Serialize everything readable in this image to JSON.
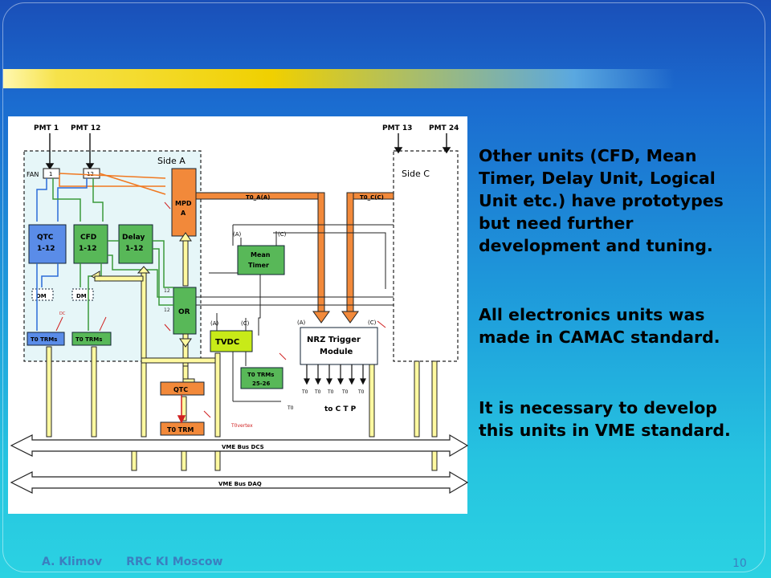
{
  "slide": {
    "bullets": [
      "Other units (CFD, Mean Timer, Delay Unit, Logical Unit etc.) have prototypes but need further development and tuning.",
      "All electronics units was made in CAMAC standard.",
      "It is necessary to develop this units in VME standard."
    ],
    "footer_author": "A. Klimov",
    "footer_org": "RRC KI  Moscow",
    "page_number": "10"
  },
  "diagram": {
    "pmt1": "PMT 1",
    "pmt12": "PMT 12",
    "pmt13": "PMT 13",
    "pmt24": "PMT 24",
    "side_a": "Side A",
    "side_c": "Side C",
    "fan": "FAN",
    "fan_in1": "1",
    "fan_dots": "· · ·",
    "fan_in12": "12",
    "qtc_a": "QTC",
    "qtc_a_range": "1-12",
    "cfd": "CFD",
    "cfd_range": "1-12",
    "delay": "Delay",
    "delay_range": "1-12",
    "mpd": "MPD",
    "mpd_sub": "A",
    "or_unit": "OR",
    "dm1": "DM",
    "dm2": "DM",
    "t0trms1": "T0 TRMs",
    "t0trms2": "T0 TRMs",
    "t0a": "T0_A(A)",
    "t0c": "T0_C(C)",
    "mean": "Mean",
    "timer": "Timer",
    "tvdc": "TVDC",
    "nrz1": "NRZ Trigger",
    "nrz2": "Module",
    "t0trms_2526_a": "T0 TRMs",
    "t0trms_2526_b": "25-26",
    "qtc_bottom": "QTC",
    "t0trm": "T0 TRM",
    "to_ctp": "to  C T P",
    "vme_dcs": "VME Bus DCS",
    "vme_daq": "VME Bus DAQ",
    "lbl_a1": "(A)",
    "lbl_c1": "(C)",
    "lbl_a2": "(A)",
    "lbl_c2": "(C)",
    "lbl_a3": "(A)",
    "lbl_c3": "(C)",
    "t0_vertex": "T0vertex",
    "t0": "T0",
    "n12a": "12",
    "n12b": "12",
    "dc": "DC",
    "ctp1": "T0",
    "ctp2": "T0",
    "ctp3": "T0",
    "ctp4": "T0",
    "ctp5": "T0"
  }
}
